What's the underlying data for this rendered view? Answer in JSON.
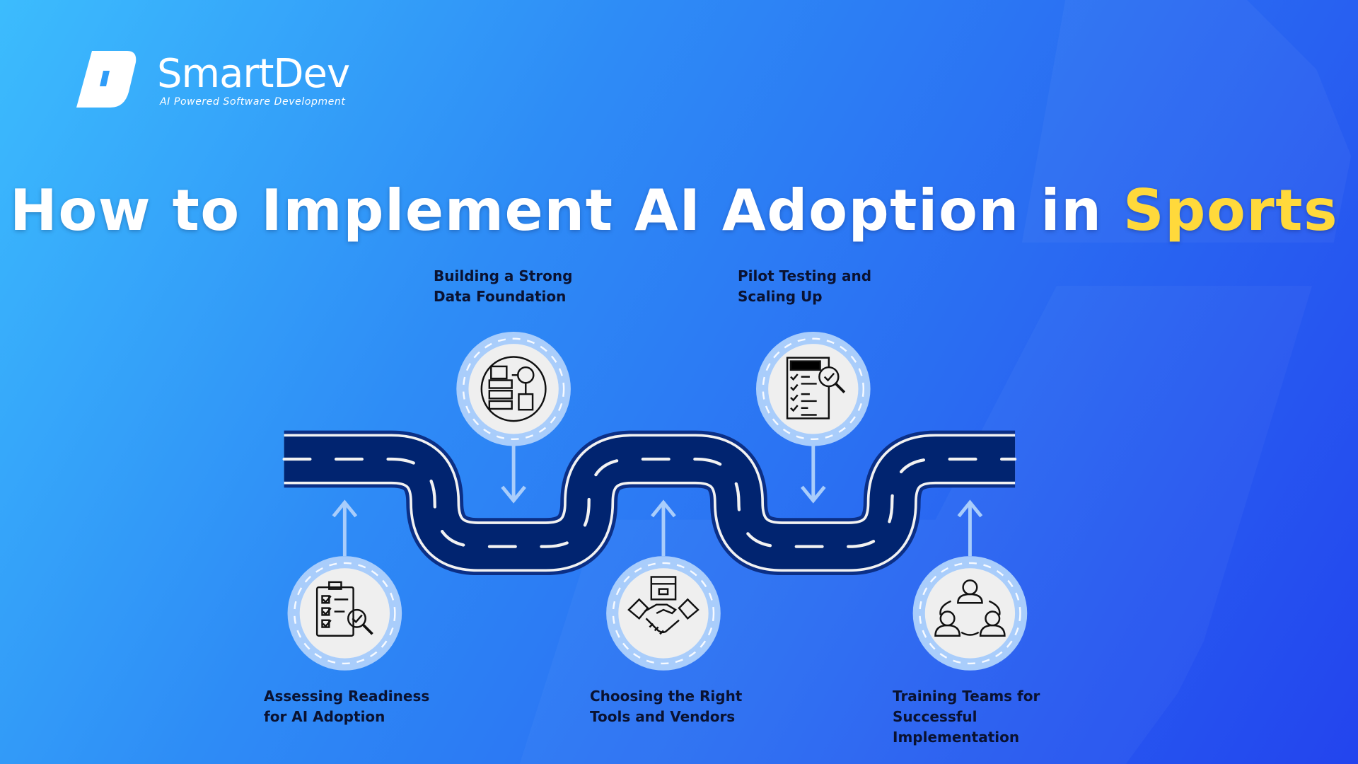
{
  "brand": {
    "name": "SmartDev",
    "tagline": "AI Powered Software Development"
  },
  "title": {
    "main": "How to Implement AI Adoption in",
    "highlight": "Sports"
  },
  "colors": {
    "highlight": "#ffd93b",
    "road": "#012470",
    "pin_ring": "#a9cdfb",
    "pin_fill": "#efefef"
  },
  "steps": [
    {
      "lines": [
        "Assessing Readiness",
        "for AI Adoption"
      ],
      "icon": "checklist-magnifier-icon"
    },
    {
      "lines": [
        "Building a Strong",
        "Data Foundation"
      ],
      "icon": "data-servers-icon"
    },
    {
      "lines": [
        "Choosing the Right",
        "Tools and Vendors"
      ],
      "icon": "handshake-box-icon"
    },
    {
      "lines": [
        "Pilot Testing and",
        "Scaling Up"
      ],
      "icon": "report-check-icon"
    },
    {
      "lines": [
        "Training Teams for",
        "Successful",
        "Implementation"
      ],
      "icon": "team-icon"
    }
  ]
}
